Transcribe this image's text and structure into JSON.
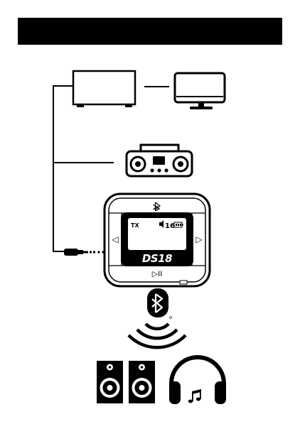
{
  "header": {
    "title": ""
  },
  "transmitter": {
    "mode": "TX",
    "volume": "16",
    "brand": "DS18",
    "prev_symbol": "◁",
    "next_symbol": "▷",
    "play_pause_symbol": "▷II"
  },
  "colors": {
    "ink": "#000000",
    "paper": "#ffffff"
  },
  "icons": {
    "source_device": "tv-box-icon",
    "display": "monitor-icon",
    "boombox": "boombox-icon",
    "cable": "aux-cable-icon",
    "bluetooth": "bluetooth-icon",
    "signal": "wireless-signal-icon",
    "speakers": "speaker-pair-icon",
    "headphones": "headphones-icon"
  }
}
